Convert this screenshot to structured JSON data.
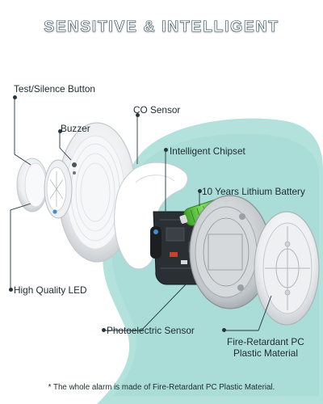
{
  "header": {
    "title": "SENSITIVE & INTELLIGENT"
  },
  "labels": {
    "test_silence_button": "Test/Silence Button",
    "buzzer": "Buzzer",
    "co_sensor": "CO Sensor",
    "intelligent_chipset": "Intelligent Chipset",
    "lithium_battery": "10 Years Lithium Battery",
    "high_quality_led": "High Quality LED",
    "photoelectric_sensor": "Photoelectric Sensor",
    "fire_retardant_line1": "Fire-Retardant PC",
    "fire_retardant_line2": "Plastic Material"
  },
  "footnote": "* The whole alarm is made of Fire-Retardant PC Plastic Material.",
  "colors": {
    "accent_teal": "#a9dcd8",
    "accent_teal_dark": "#7fc6c0",
    "battery_green": "#57c43a",
    "pcb_dark": "#2a2f33",
    "pcb_red": "#c9402f",
    "shell_white": "#f3f4f5",
    "leader_line": "#26363d"
  }
}
